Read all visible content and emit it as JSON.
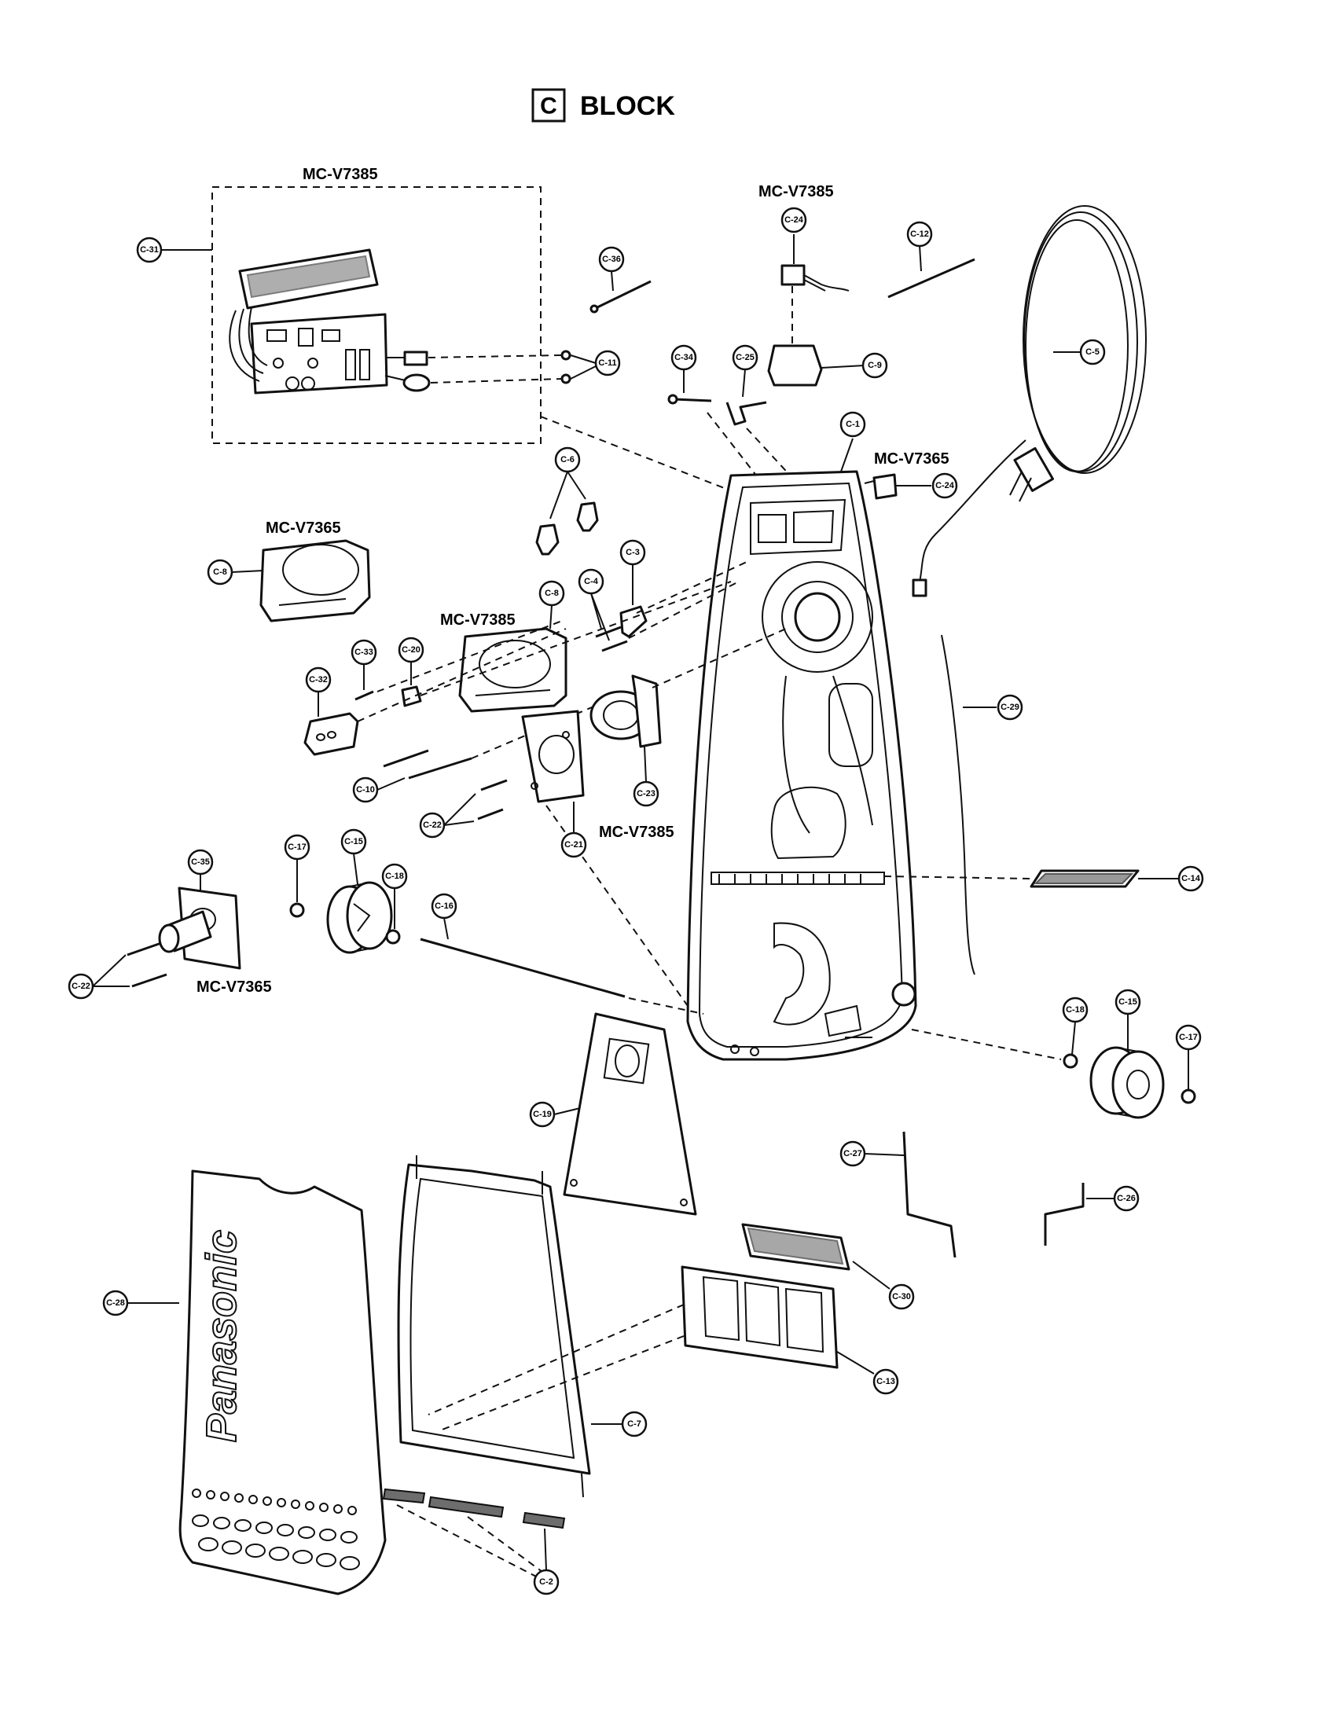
{
  "title": {
    "letter": "C",
    "text": "BLOCK"
  },
  "models": [
    "MC-V7385",
    "MC-V7365"
  ],
  "brand_text": "Panasonic",
  "callouts": [
    {
      "id": "c31",
      "label": "C-31"
    },
    {
      "id": "c11",
      "label": "C-11"
    },
    {
      "id": "c36",
      "label": "C-36"
    },
    {
      "id": "c24a",
      "label": "C-24"
    },
    {
      "id": "c12",
      "label": "C-12"
    },
    {
      "id": "c9",
      "label": "C-9"
    },
    {
      "id": "c5",
      "label": "C-5"
    },
    {
      "id": "c34",
      "label": "C-34"
    },
    {
      "id": "c25",
      "label": "C-25"
    },
    {
      "id": "c1",
      "label": "C-1"
    },
    {
      "id": "c24b",
      "label": "C-24"
    },
    {
      "id": "c6",
      "label": "C-6"
    },
    {
      "id": "c8a",
      "label": "C-8"
    },
    {
      "id": "c3",
      "label": "C-3"
    },
    {
      "id": "c4",
      "label": "C-4"
    },
    {
      "id": "c8b",
      "label": "C-8"
    },
    {
      "id": "c33",
      "label": "C-33"
    },
    {
      "id": "c20",
      "label": "C-20"
    },
    {
      "id": "c32",
      "label": "C-32"
    },
    {
      "id": "c29",
      "label": "C-29"
    },
    {
      "id": "c10",
      "label": "C-10"
    },
    {
      "id": "c23",
      "label": "C-23"
    },
    {
      "id": "c22a",
      "label": "C-22"
    },
    {
      "id": "c21",
      "label": "C-21"
    },
    {
      "id": "c35",
      "label": "C-35"
    },
    {
      "id": "c17a",
      "label": "C-17"
    },
    {
      "id": "c15a",
      "label": "C-15"
    },
    {
      "id": "c18a",
      "label": "C-18"
    },
    {
      "id": "c16",
      "label": "C-16"
    },
    {
      "id": "c14",
      "label": "C-14"
    },
    {
      "id": "c22b",
      "label": "C-22"
    },
    {
      "id": "c18b",
      "label": "C-18"
    },
    {
      "id": "c15b",
      "label": "C-15"
    },
    {
      "id": "c17b",
      "label": "C-17"
    },
    {
      "id": "c19",
      "label": "C-19"
    },
    {
      "id": "c27",
      "label": "C-27"
    },
    {
      "id": "c26",
      "label": "C-26"
    },
    {
      "id": "c28",
      "label": "C-28"
    },
    {
      "id": "c30",
      "label": "C-30"
    },
    {
      "id": "c13",
      "label": "C-13"
    },
    {
      "id": "c7",
      "label": "C-7"
    },
    {
      "id": "c2",
      "label": "C-2"
    }
  ]
}
